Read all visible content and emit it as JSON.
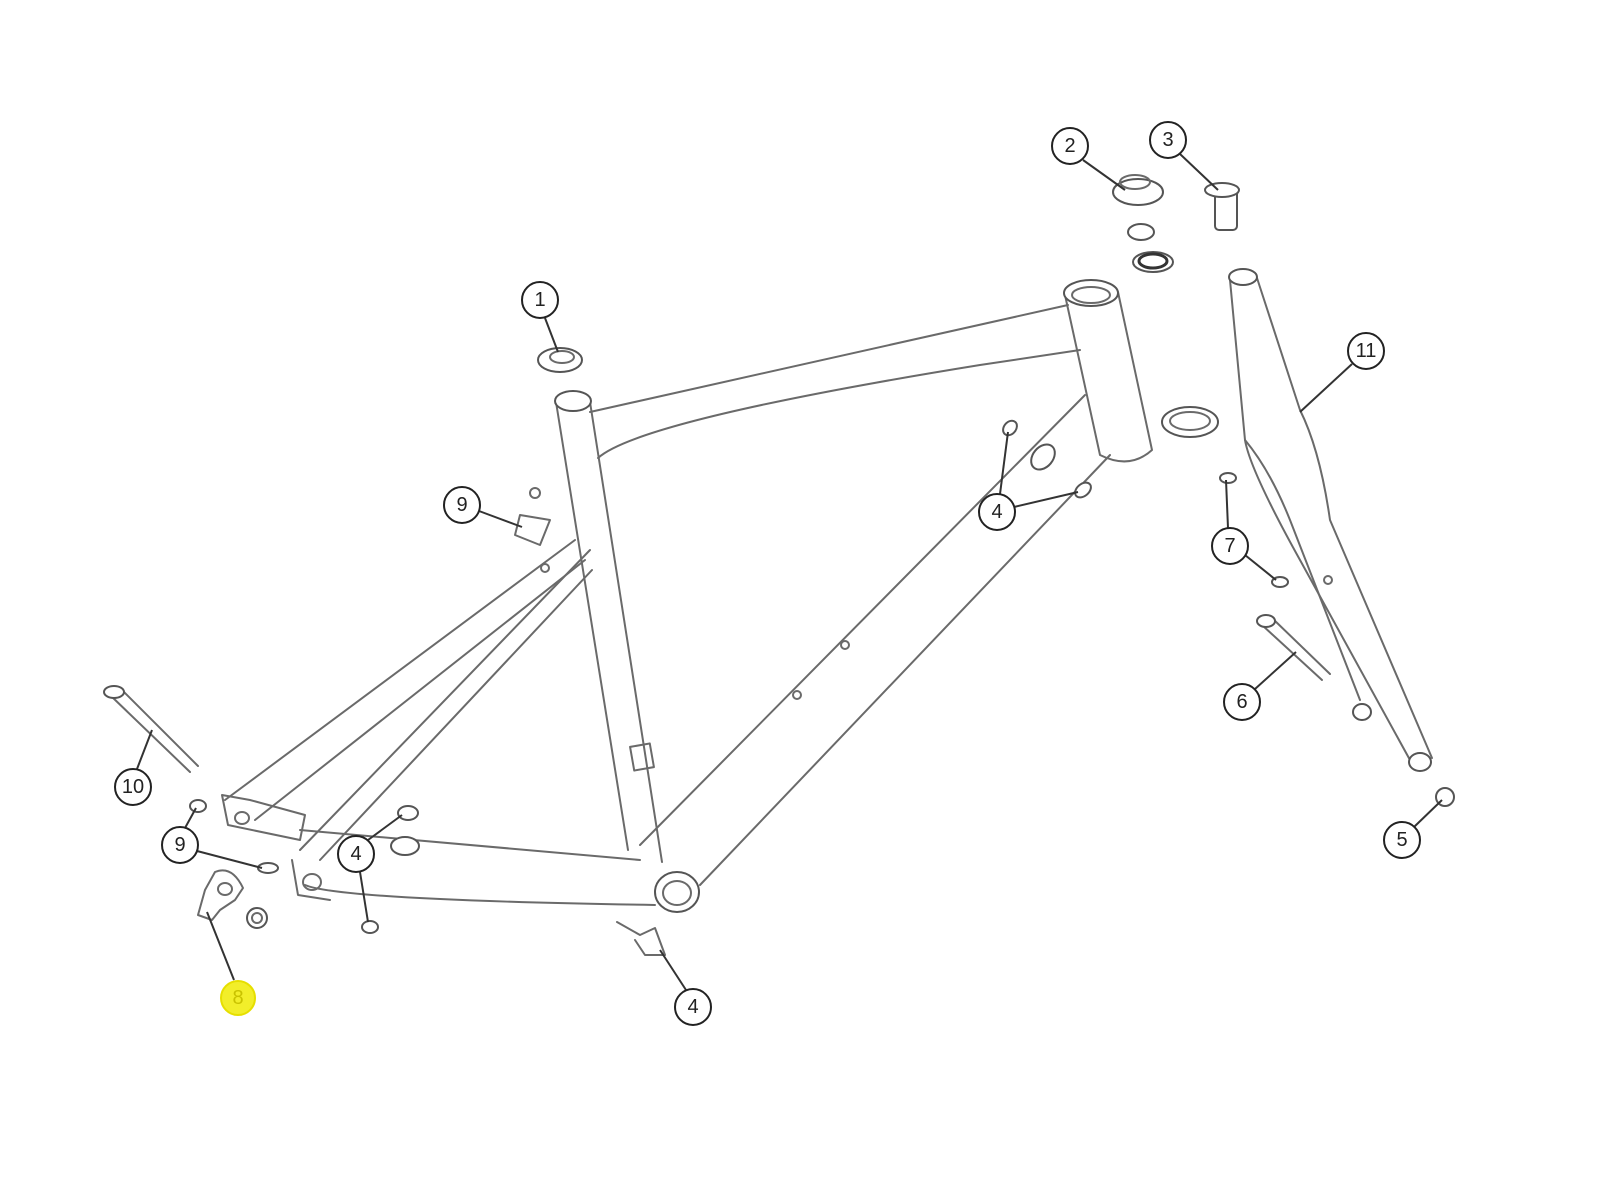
{
  "diagram": {
    "highlight_color": "#f2ee2a",
    "callouts": [
      {
        "label": "1"
      },
      {
        "label": "2"
      },
      {
        "label": "3"
      },
      {
        "label": "11"
      },
      {
        "label": "9"
      },
      {
        "label": "4"
      },
      {
        "label": "7"
      },
      {
        "label": "6"
      },
      {
        "label": "10"
      },
      {
        "label": "9"
      },
      {
        "label": "4"
      },
      {
        "label": "8",
        "highlighted": true
      },
      {
        "label": "4"
      },
      {
        "label": "5"
      }
    ]
  }
}
